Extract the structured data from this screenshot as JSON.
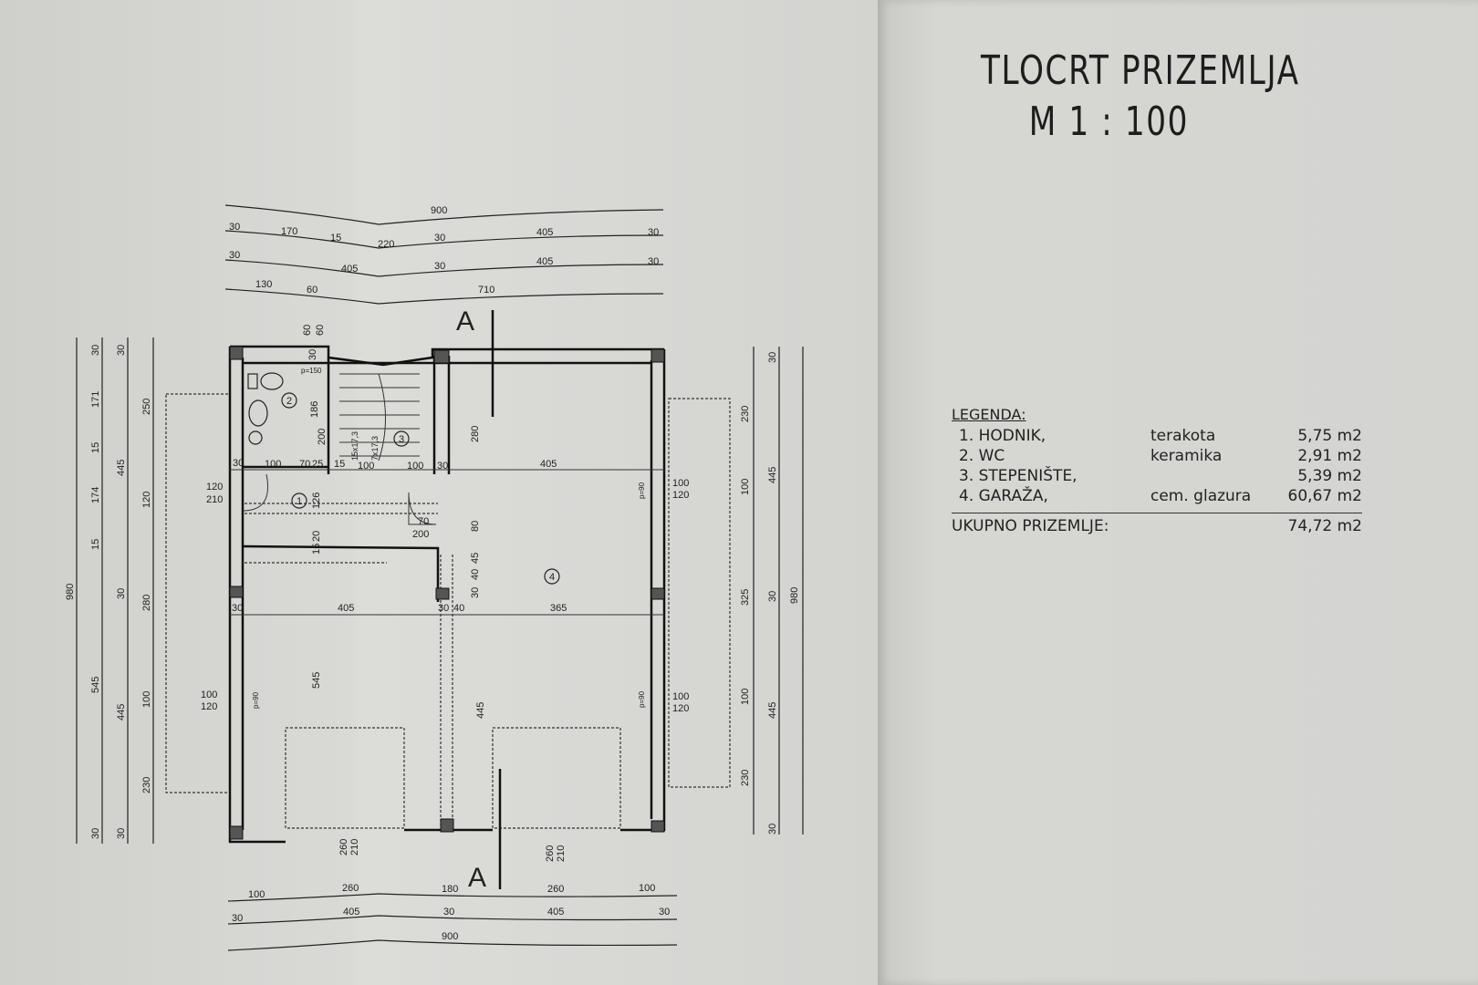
{
  "title": {
    "line1": "TLOCRT PRIZEMLJA",
    "line2": "M 1 : 100"
  },
  "legend": {
    "heading": "LEGENDA:",
    "rooms": [
      {
        "name": "1. HODNIK,",
        "material": "terakota",
        "area": "5,75 m2"
      },
      {
        "name": "2. WC",
        "material": "keramika",
        "area": "2,91 m2"
      },
      {
        "name": "3. STEPENIŠTE,",
        "material": "",
        "area": "5,39 m2"
      },
      {
        "name": "4. GARAŽA,",
        "material": "cem. glazura",
        "area": "60,67 m2"
      }
    ],
    "total_label": "UKUPNO PRIZEMLJE:",
    "total_area": "74,72 m2"
  },
  "plan": {
    "section_marker": "A",
    "room_numbers": [
      "1",
      "2",
      "3",
      "4"
    ],
    "dims_top_row1": [
      "900"
    ],
    "dims_top_row2": [
      "30",
      "170",
      "15",
      "220",
      "30",
      "405",
      "30"
    ],
    "dims_top_row3": [
      "30",
      "405",
      "30",
      "405",
      "30"
    ],
    "dims_top_row4": [
      "130",
      "60",
      "710"
    ],
    "dims_bottom_row1": [
      "100",
      "260",
      "180",
      "260",
      "100"
    ],
    "dims_bottom_row2": [
      "30",
      "405",
      "30",
      "405",
      "30"
    ],
    "dims_bottom_row3": [
      "900"
    ],
    "dims_left_outer": [
      "980"
    ],
    "dims_left_mid": [
      "30",
      "171",
      "15",
      "174",
      "15",
      "545",
      "30"
    ],
    "dims_left_inner": [
      "30",
      "445",
      "30",
      "445",
      "30"
    ],
    "dims_left_openings": [
      "250",
      "120",
      "280",
      "100",
      "230"
    ],
    "dims_right_outer": [
      "980"
    ],
    "dims_right_mid": [
      "30",
      "445",
      "325",
      "30",
      "445",
      "30"
    ],
    "dims_right_openings": [
      "230",
      "100",
      "100",
      "230"
    ],
    "window_labels": [
      "100",
      "120",
      "p=90"
    ],
    "interior_dims": [
      "30",
      "100",
      "70",
      "25",
      "15",
      "100",
      "100",
      "30",
      "405",
      "120",
      "210",
      "126",
      "70",
      "200",
      "20",
      "15",
      "405",
      "30",
      "40",
      "365",
      "30",
      "280",
      "80",
      "45",
      "40",
      "30",
      "545",
      "445",
      "186",
      "200",
      "60",
      "60",
      "30",
      "p=150",
      "260",
      "210",
      "260",
      "210",
      "15x17,3",
      "7x17,3"
    ]
  }
}
